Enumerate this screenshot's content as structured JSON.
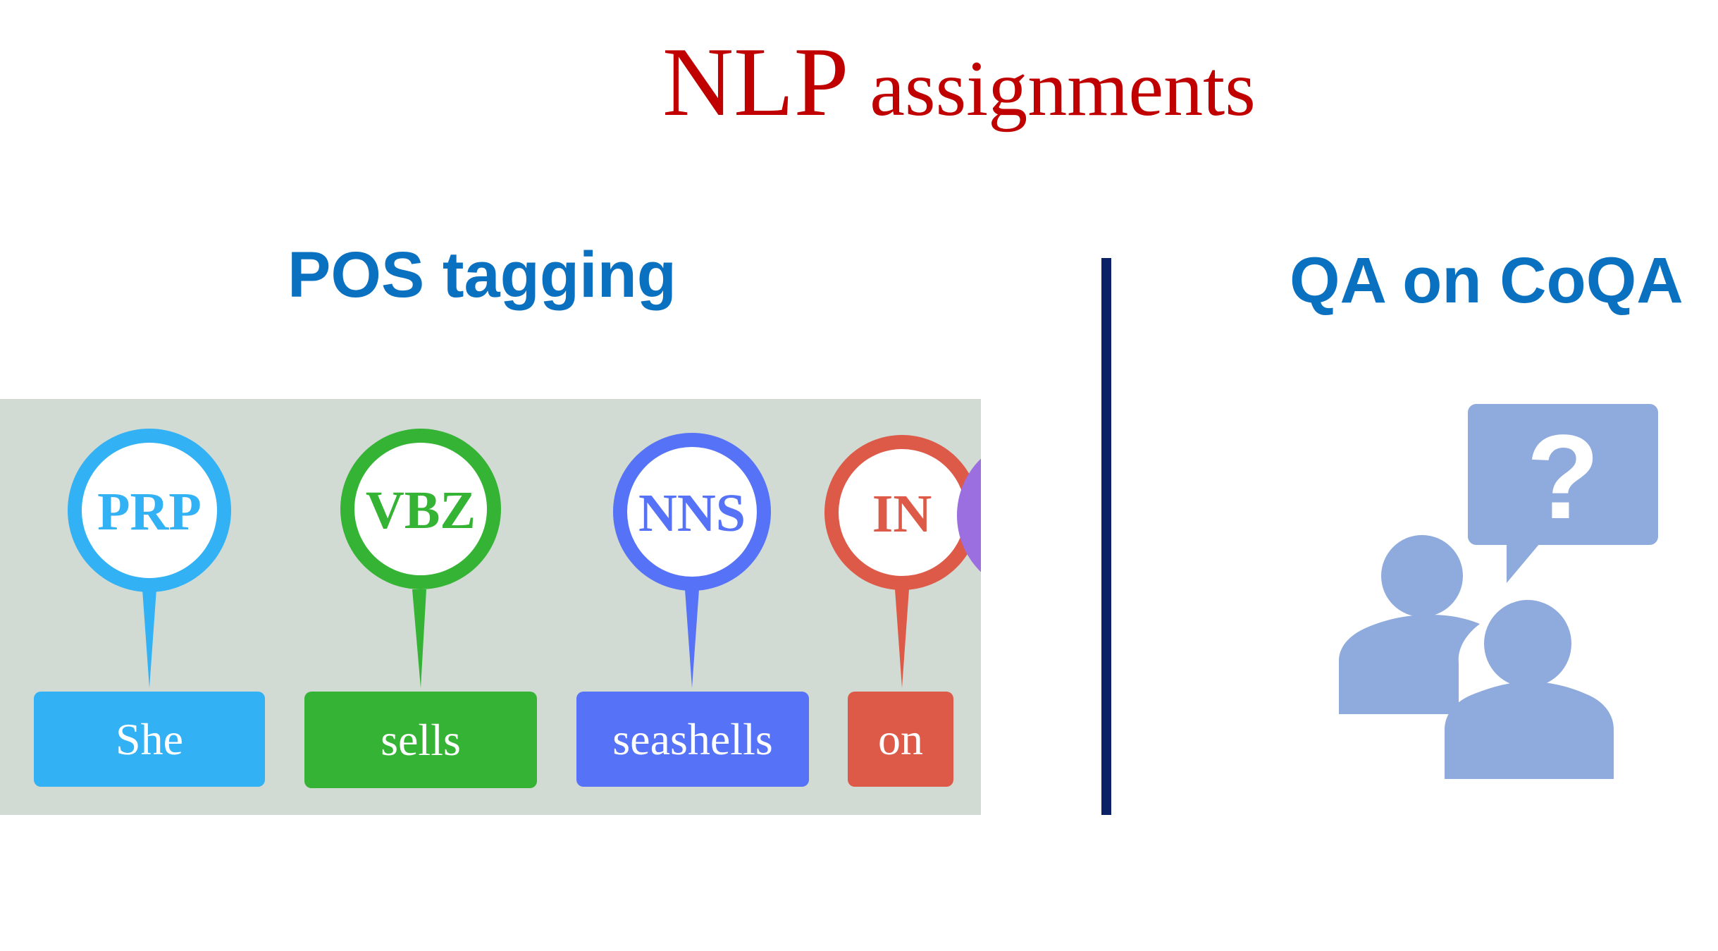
{
  "title": {
    "part1": "NLP",
    "part2": "assignments"
  },
  "pos_section": {
    "heading": "POS tagging",
    "tags": [
      {
        "tag": "PRP",
        "word": "She",
        "color": "#33b1f5"
      },
      {
        "tag": "VBZ",
        "word": "sells",
        "color": "#34b334"
      },
      {
        "tag": "NNS",
        "word": "seashells",
        "color": "#5672f6"
      },
      {
        "tag": "IN",
        "word": "on",
        "color": "#de5a48"
      }
    ]
  },
  "qa_section": {
    "heading": "QA on CoQA",
    "icon": "people-conversation-question-icon",
    "question_mark": "?"
  },
  "colors": {
    "title": "#c00000",
    "heading": "#0a70c0",
    "divider": "#0c2267",
    "panel_bg": "#d1dbd3",
    "icon": "#8faadc",
    "pin_inner": "#ffffff",
    "word_text": "#ffffff"
  }
}
